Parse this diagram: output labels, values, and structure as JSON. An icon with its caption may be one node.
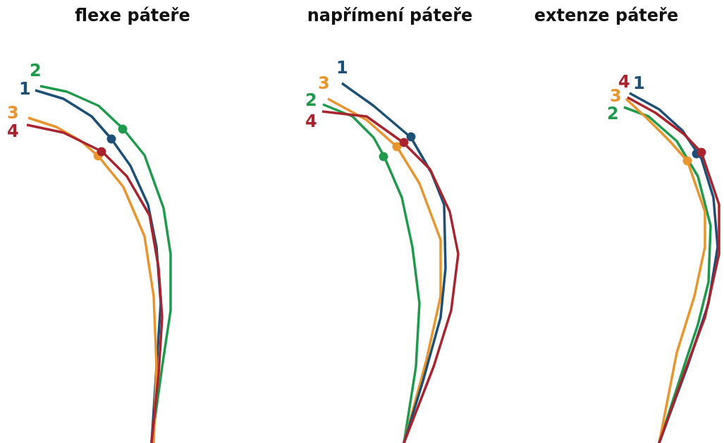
{
  "diagram": {
    "labels": [
      "flexe páteře",
      "napřímení páteře",
      "extenze páteře",
      "2",
      "1",
      "3",
      "4",
      "1",
      "3",
      "2",
      "4",
      "4",
      "1",
      "3",
      "2"
    ]
  }
}
